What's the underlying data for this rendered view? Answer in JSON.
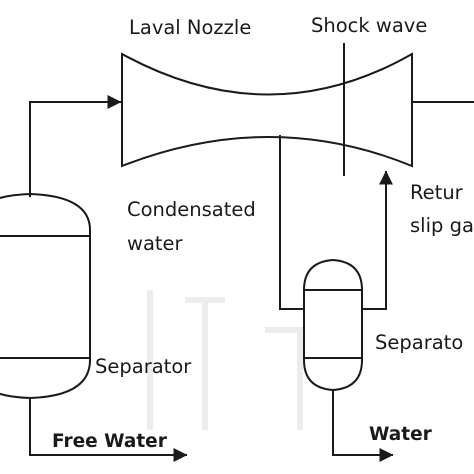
{
  "labels": {
    "laval_nozzle": "Laval Nozzle",
    "shock_wave": "Shock wave",
    "condensated_water_line1": "Condensated",
    "condensated_water_line2": "water",
    "return_slip_line1": "Retur",
    "return_slip_line2": "slip ga",
    "separator_right": "Separato",
    "separator_left": "Separator",
    "free_water": "Free Water",
    "water": "Water"
  },
  "colors": {
    "stroke": "#1a1a1a",
    "text": "#1a1a1a",
    "watermark": "#ececec"
  }
}
